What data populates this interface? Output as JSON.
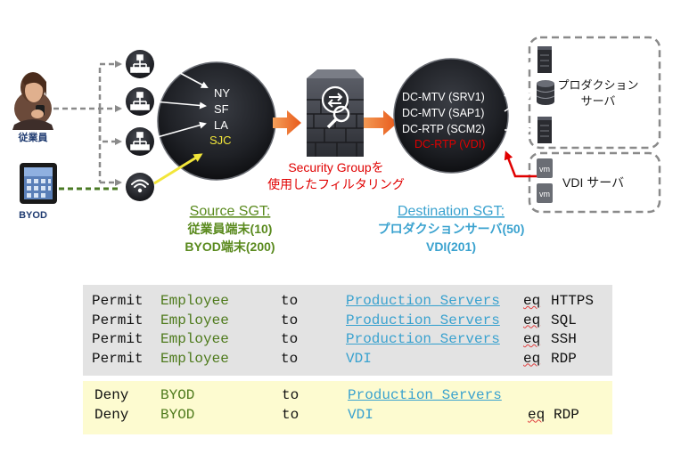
{
  "colors": {
    "sgt_green": "#5a8a1e",
    "sgt_blue": "#3aa2cf",
    "alert_red": "#e00000",
    "sjc_yellow": "#f2e63a",
    "arrow_orange": "#f06a1c"
  },
  "users": {
    "employee_label": "従業員",
    "byod_label": "BYOD"
  },
  "source_cloud": {
    "sites": [
      "NY",
      "SF",
      "LA",
      "SJC"
    ]
  },
  "firewall": {
    "caption_line1": "Security Groupを",
    "caption_line2": "使用したフィルタリング"
  },
  "dest_cloud": {
    "servers": [
      "DC-MTV (SRV1)",
      "DC-MTV (SAP1)",
      "DC-RTP (SCM2)",
      "DC-RTP (VDI)"
    ]
  },
  "server_groups": {
    "production_label_line1": "プロダクション",
    "production_label_line2": "サーバ",
    "vdi_label": "VDI サーバ",
    "vm_badge": "vm"
  },
  "source_sgt": {
    "heading": "Source SGT:",
    "line1": "従業員端末(10)",
    "line2": "BYOD端末(200)"
  },
  "destination_sgt": {
    "heading": "Destination SGT:",
    "line1": "プロダクションサーバ(50)",
    "line2": "VDI(201)"
  },
  "permit_rules": [
    {
      "action": "Permit",
      "source": "Employee",
      "to": "to",
      "destination": "Production_Servers",
      "eq": "eq",
      "port": "HTTPS"
    },
    {
      "action": "Permit",
      "source": "Employee",
      "to": "to",
      "destination": "Production_Servers",
      "eq": "eq",
      "port": "SQL"
    },
    {
      "action": "Permit",
      "source": "Employee",
      "to": "to",
      "destination": "Production_Servers",
      "eq": "eq",
      "port": "SSH"
    },
    {
      "action": "Permit",
      "source": "Employee",
      "to": "to",
      "destination": "VDI",
      "eq": "eq",
      "port": "RDP"
    }
  ],
  "deny_rules": [
    {
      "action": "Deny",
      "source": "BYOD",
      "to": "to",
      "destination": "Production_Servers",
      "eq": "",
      "port": ""
    },
    {
      "action": "Deny",
      "source": "BYOD",
      "to": "to",
      "destination": "VDI",
      "eq": "eq",
      "port": "RDP"
    }
  ]
}
